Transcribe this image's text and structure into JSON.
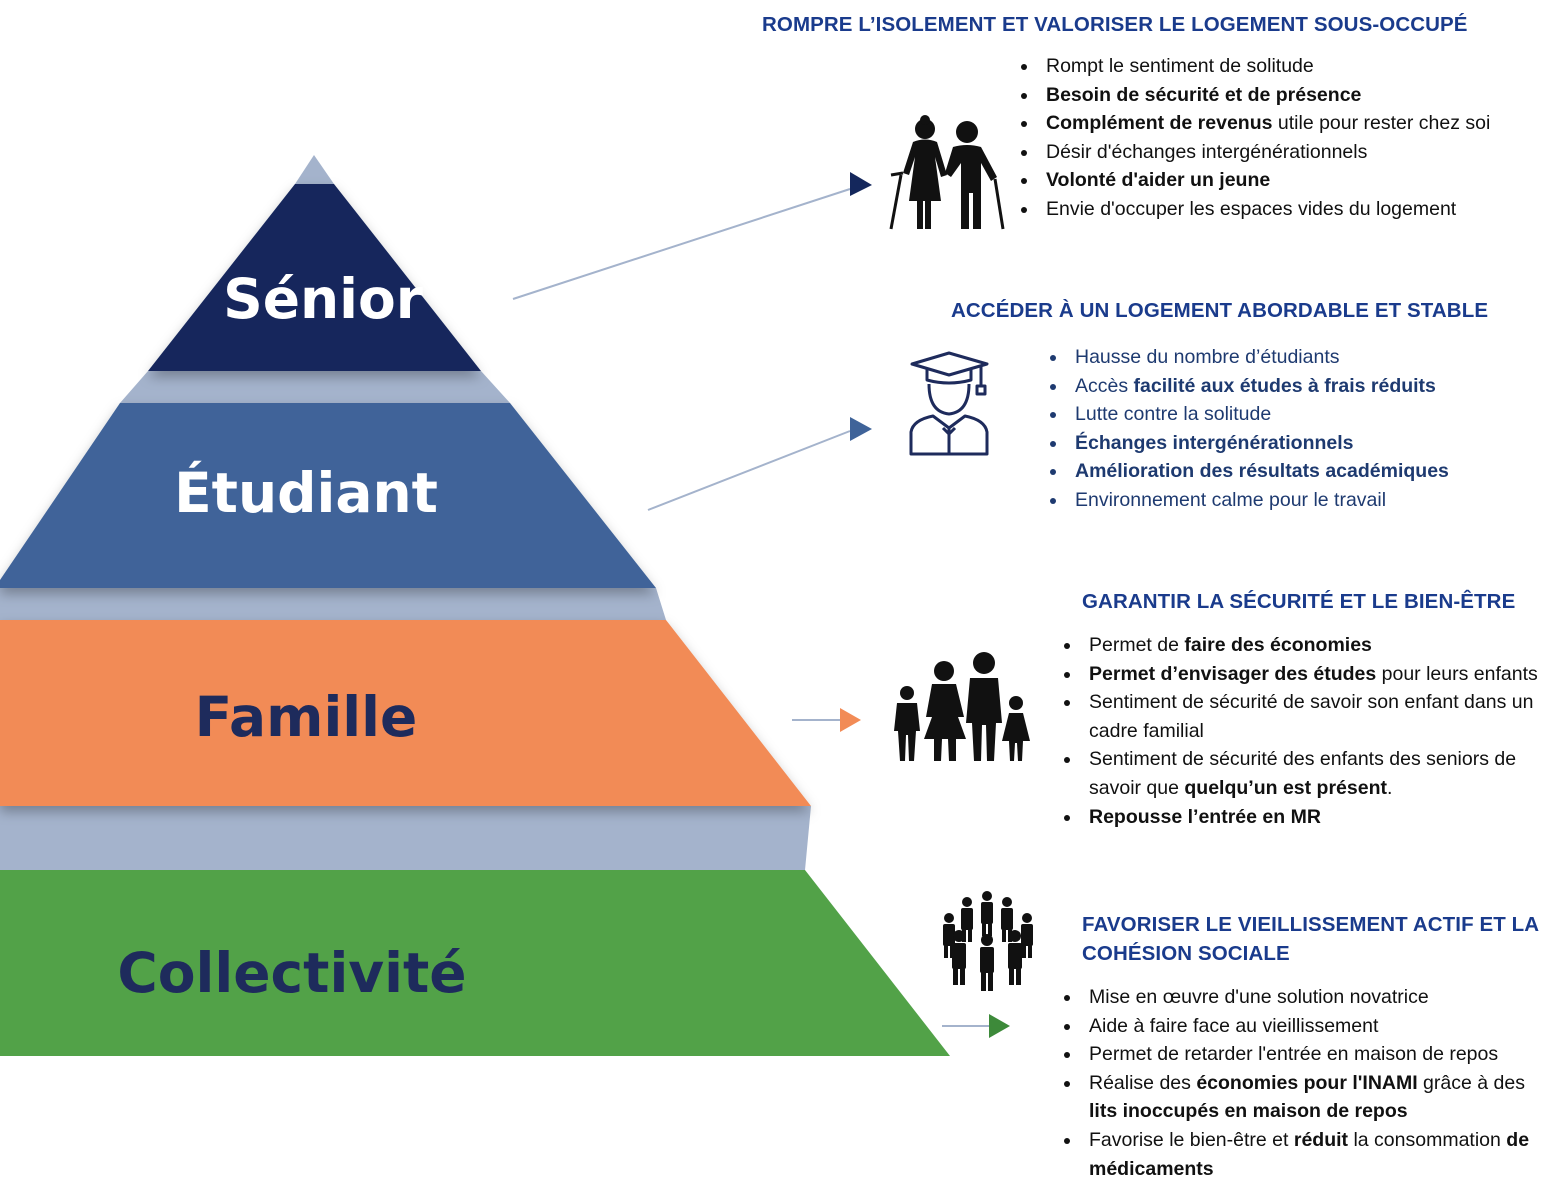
{
  "colors": {
    "senior": "#14275c",
    "etudiant": "#3f6399",
    "famille": "#f28b56",
    "collectivite": "#52a248",
    "band": "#a4b3cc",
    "title_blue": "#1a3b8c",
    "label_dark": "#1e2b5c"
  },
  "pyramid": {
    "tiers": [
      {
        "key": "senior",
        "label": "Sénior"
      },
      {
        "key": "etudiant",
        "label": "Étudiant"
      },
      {
        "key": "famille",
        "label": "Famille"
      },
      {
        "key": "collectivite",
        "label": "Collectivité"
      }
    ]
  },
  "sections": [
    {
      "title": "ROMPRE L’ISOLEMENT ET VALORISER LE LOGEMENT SOUS-OCCUPÉ",
      "icon": "elderly-couple-icon",
      "items": [
        [
          {
            "t": "Rompt le sentiment de solitude"
          }
        ],
        [
          {
            "t": "Besoin de sécurité et de présence",
            "b": true
          }
        ],
        [
          {
            "t": "Complément de revenus",
            "b": true
          },
          {
            "t": " utile pour rester chez soi"
          }
        ],
        [
          {
            "t": "Désir d'échanges intergénérationnels"
          }
        ],
        [
          {
            "t": "Volonté d'aider un jeune",
            "b": true
          }
        ],
        [
          {
            "t": "Envie d'occuper les espaces vides du logement"
          }
        ]
      ]
    },
    {
      "title": "ACCÉDER À UN LOGEMENT ABORDABLE ET STABLE",
      "icon": "graduate-icon",
      "items": [
        [
          {
            "t": "Hausse du nombre d’étudiants"
          }
        ],
        [
          {
            "t": "Accès "
          },
          {
            "t": "facilité aux études à frais réduits",
            "b": true
          }
        ],
        [
          {
            "t": "Lutte contre la solitude"
          }
        ],
        [
          {
            "t": "Échanges intergénérationnels",
            "b": true
          }
        ],
        [
          {
            "t": "Amélioration des résultats académiques",
            "b": true
          }
        ],
        [
          {
            "t": "Environnement calme pour le travail"
          }
        ]
      ]
    },
    {
      "title": "GARANTIR LA SÉCURITÉ ET LE BIEN-ÊTRE",
      "icon": "family-icon",
      "items": [
        [
          {
            "t": "Permet de "
          },
          {
            "t": "faire des économies",
            "b": true
          }
        ],
        [
          {
            "t": "Permet d’envisager des études",
            "b": true
          },
          {
            "t": " pour leurs enfants"
          }
        ],
        [
          {
            "t": "Sentiment de sécurité de savoir son enfant dans un cadre familial"
          }
        ],
        [
          {
            "t": "Sentiment de sécurité des enfants des seniors de savoir que "
          },
          {
            "t": "quelqu’un est présent",
            "b": true
          },
          {
            "t": "."
          }
        ],
        [
          {
            "t": "Repousse l’entrée en MR",
            "b": true
          }
        ]
      ]
    },
    {
      "title": "FAVORISER LE VIEILLISSEMENT ACTIF ET LA COHÉSION SOCIALE",
      "icon": "community-icon",
      "items": [
        [
          {
            "t": "Mise en œuvre d'une solution novatrice"
          }
        ],
        [
          {
            "t": "Aide à faire face au vieillissement"
          }
        ],
        [
          {
            "t": "Permet de retarder l'entrée en maison de repos"
          }
        ],
        [
          {
            "t": "Réalise des "
          },
          {
            "t": "économies pour l'INAMI",
            "b": true
          },
          {
            "t": " grâce à des "
          },
          {
            "t": "lits inoccupés en maison de repos",
            "b": true
          }
        ],
        [
          {
            "t": "Favorise le bien-être et "
          },
          {
            "t": "réduit",
            "b": true
          },
          {
            "t": " la consommation "
          },
          {
            "t": "de médicaments",
            "b": true
          }
        ]
      ]
    }
  ]
}
